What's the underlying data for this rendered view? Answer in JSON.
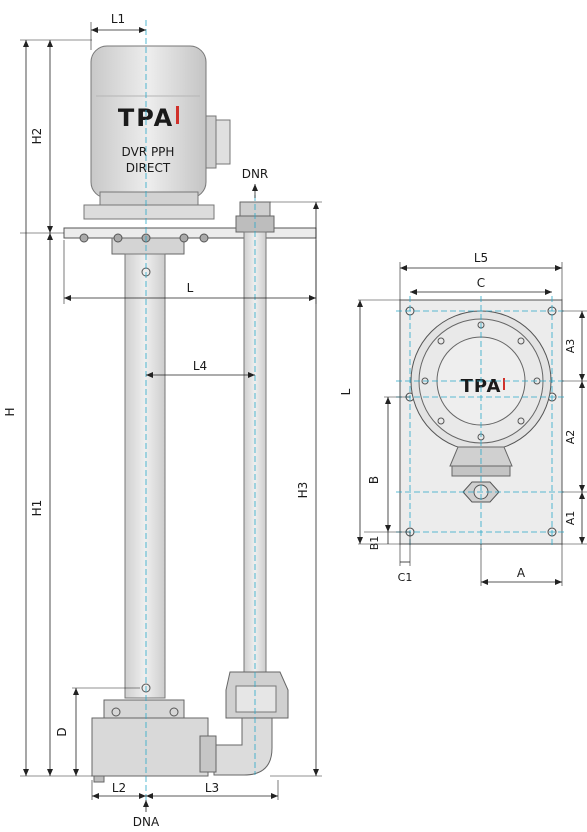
{
  "brand": {
    "logo_side": "TPA",
    "logo_plan": "TPA",
    "motor_line1": "DVR PPH",
    "motor_line2": "DIRECT"
  },
  "side_view": {
    "labels": {
      "L1": "L1",
      "H2": "H2",
      "H": "H",
      "H1": "H1",
      "H3": "H3",
      "L": "L",
      "L4": "L4",
      "D": "D",
      "L2": "L2",
      "L3": "L3",
      "DNR": "DNR",
      "DNA": "DNA"
    }
  },
  "plan_view": {
    "labels": {
      "L5": "L5",
      "C": "C",
      "L": "L",
      "B": "B",
      "B1": "B1",
      "C1": "C1",
      "A": "A",
      "A1": "A1",
      "A2": "A2",
      "A3": "A3"
    }
  },
  "colors": {
    "axis": "#2aa8c8",
    "logo_blue": "#2a5aa8",
    "logo_red": "#d0302a",
    "body": "#d9d9d9"
  }
}
